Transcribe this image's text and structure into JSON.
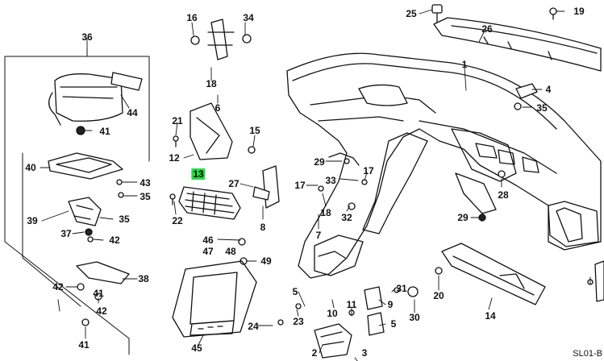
{
  "diagram_code": "SL01-B",
  "highlight_color": "#22dd44",
  "callouts": [
    {
      "id": "c16",
      "label": "16",
      "highlight": false
    },
    {
      "id": "c34",
      "label": "34",
      "highlight": false
    },
    {
      "id": "c25",
      "label": "25",
      "highlight": false
    },
    {
      "id": "c19",
      "label": "19",
      "highlight": false
    },
    {
      "id": "c36",
      "label": "36",
      "highlight": false
    },
    {
      "id": "c18a",
      "label": "18",
      "highlight": false
    },
    {
      "id": "c1",
      "label": "1",
      "highlight": false
    },
    {
      "id": "c4",
      "label": "4",
      "highlight": false
    },
    {
      "id": "c44",
      "label": "44",
      "highlight": false
    },
    {
      "id": "c6",
      "label": "6",
      "highlight": false
    },
    {
      "id": "c35a",
      "label": "35",
      "highlight": false
    },
    {
      "id": "c41a",
      "label": "41",
      "highlight": false
    },
    {
      "id": "c21",
      "label": "21",
      "highlight": false
    },
    {
      "id": "c15",
      "label": "15",
      "highlight": false
    },
    {
      "id": "c12",
      "label": "12",
      "highlight": false
    },
    {
      "id": "c29a",
      "label": "29",
      "highlight": false
    },
    {
      "id": "c40",
      "label": "40",
      "highlight": false
    },
    {
      "id": "c13",
      "label": "13",
      "highlight": true
    },
    {
      "id": "c43",
      "label": "43",
      "highlight": false
    },
    {
      "id": "c17a",
      "label": "17",
      "highlight": false
    },
    {
      "id": "c33",
      "label": "33",
      "highlight": false
    },
    {
      "id": "c17b",
      "label": "17",
      "highlight": false
    },
    {
      "id": "c27",
      "label": "27",
      "highlight": false
    },
    {
      "id": "c35b",
      "label": "35",
      "highlight": false
    },
    {
      "id": "c28",
      "label": "28",
      "highlight": false
    },
    {
      "id": "c22",
      "label": "22",
      "highlight": false
    },
    {
      "id": "c18b",
      "label": "18",
      "highlight": false
    },
    {
      "id": "c32",
      "label": "32",
      "highlight": false
    },
    {
      "id": "c39",
      "label": "39",
      "highlight": false
    },
    {
      "id": "c35c",
      "label": "35",
      "highlight": false
    },
    {
      "id": "c8",
      "label": "8",
      "highlight": false
    },
    {
      "id": "c29b",
      "label": "29",
      "highlight": false
    },
    {
      "id": "c37",
      "label": "37",
      "highlight": false
    },
    {
      "id": "c42a",
      "label": "42",
      "highlight": false
    },
    {
      "id": "c46",
      "label": "46",
      "highlight": false
    },
    {
      "id": "c47",
      "label": "47",
      "highlight": false
    },
    {
      "id": "c48",
      "label": "48",
      "highlight": false
    },
    {
      "id": "c7",
      "label": "7",
      "highlight": false
    },
    {
      "id": "c49",
      "label": "49",
      "highlight": false
    },
    {
      "id": "c38",
      "label": "38",
      "highlight": false
    },
    {
      "id": "c42b",
      "label": "42",
      "highlight": false
    },
    {
      "id": "c5a",
      "label": "5",
      "highlight": false
    },
    {
      "id": "c31",
      "label": "31",
      "highlight": false
    },
    {
      "id": "c9",
      "label": "9",
      "highlight": false
    },
    {
      "id": "c20",
      "label": "20",
      "highlight": false
    },
    {
      "id": "c41b",
      "label": "41",
      "highlight": false
    },
    {
      "id": "c42c",
      "label": "42",
      "highlight": false
    },
    {
      "id": "c23",
      "label": "23",
      "highlight": false
    },
    {
      "id": "c10",
      "label": "10",
      "highlight": false
    },
    {
      "id": "c11",
      "label": "11",
      "highlight": false
    },
    {
      "id": "c30",
      "label": "30",
      "highlight": false
    },
    {
      "id": "c14",
      "label": "14",
      "highlight": false
    },
    {
      "id": "c24",
      "label": "24",
      "highlight": false
    },
    {
      "id": "c5b",
      "label": "5",
      "highlight": false
    },
    {
      "id": "c45",
      "label": "45",
      "highlight": false
    },
    {
      "id": "c26",
      "label": "26",
      "highlight": false
    },
    {
      "id": "c2",
      "label": "2",
      "highlight": false
    },
    {
      "id": "c3",
      "label": "3",
      "highlight": false
    },
    {
      "id": "c41c",
      "label": "41",
      "highlight": false
    }
  ]
}
